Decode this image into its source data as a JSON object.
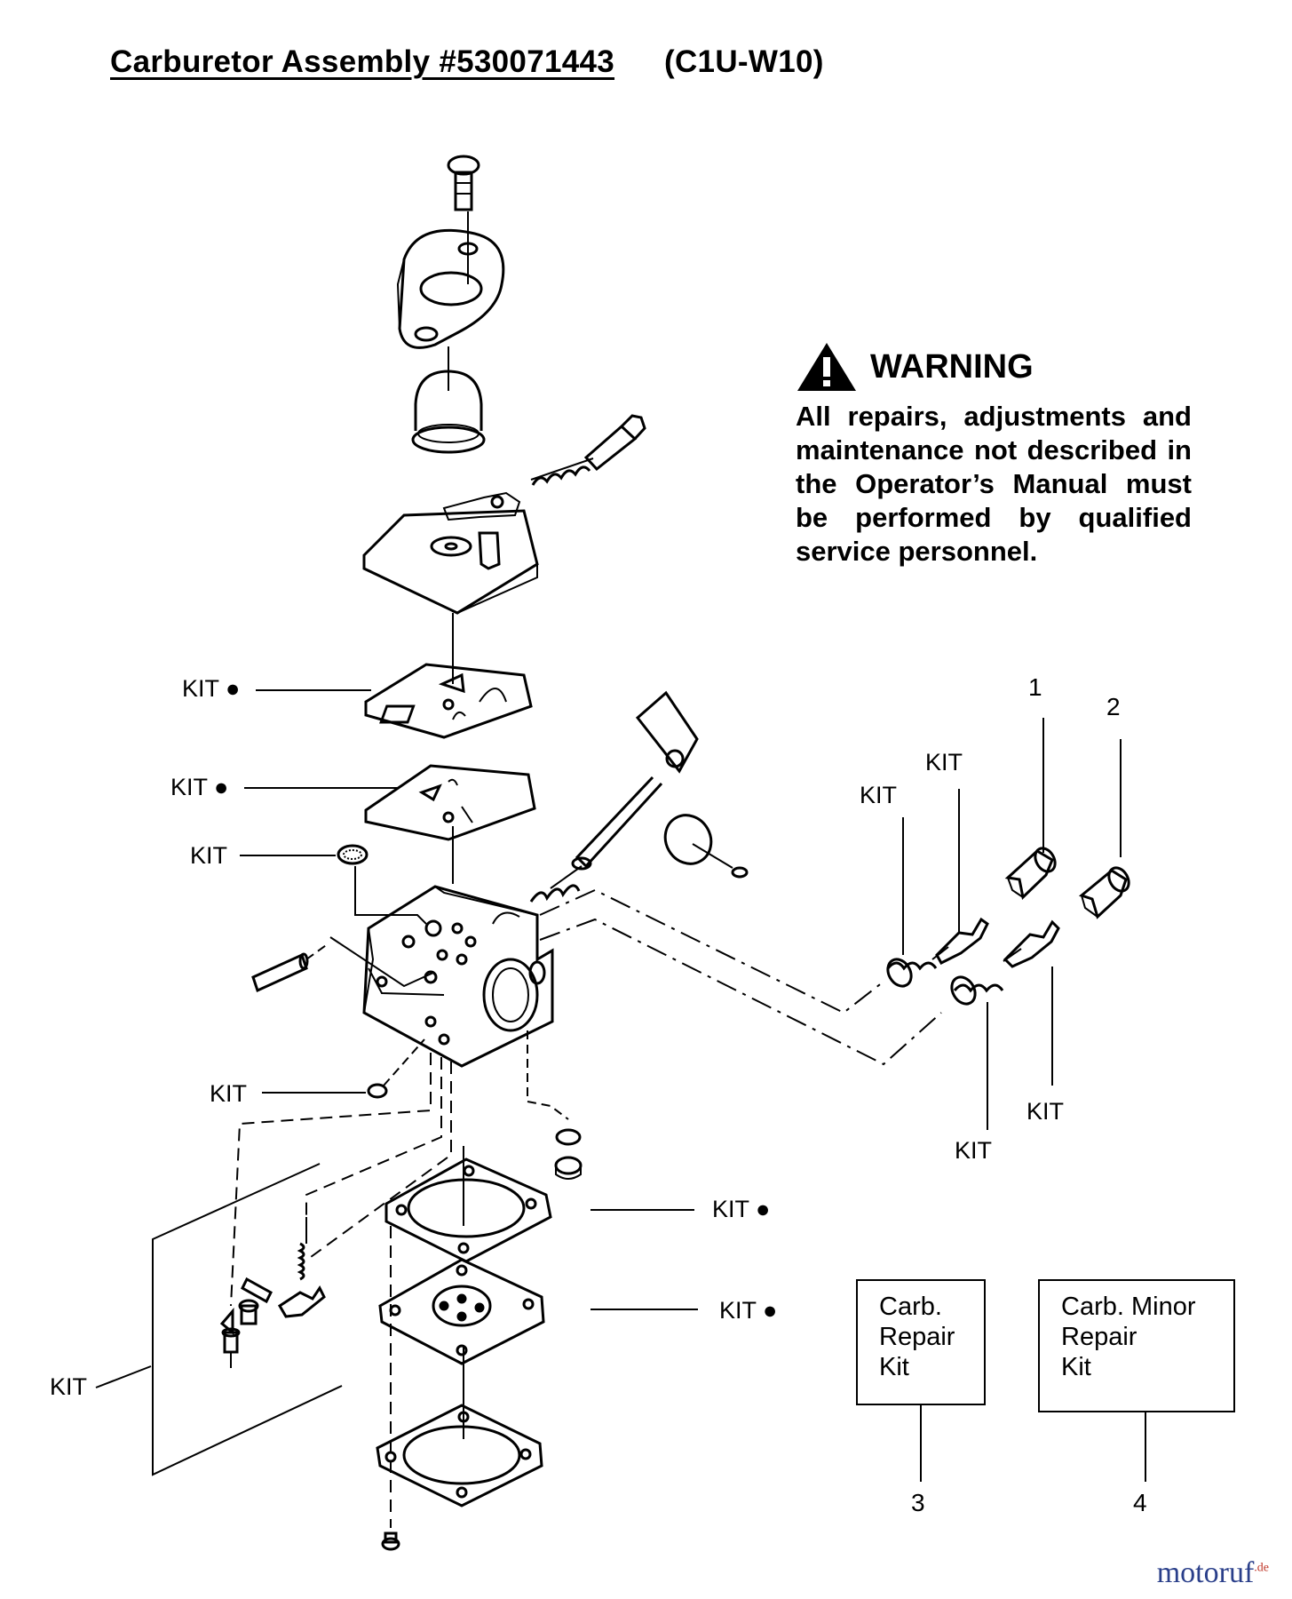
{
  "title": {
    "main": "Carburetor Assembly  #530071443",
    "model": "(C1U-W10)"
  },
  "warning": {
    "heading": "WARNING",
    "body": "All repairs, adjustments and maintenance not described in the Operator’s Manual must be performed by qualified service personnel."
  },
  "kit_labels": [
    {
      "text": "KIT ●"
    },
    {
      "text": "KIT ●"
    },
    {
      "text": "KIT"
    },
    {
      "text": "KIT"
    },
    {
      "text": "KIT"
    },
    {
      "text": "KIT"
    },
    {
      "text": "KIT"
    },
    {
      "text": "KIT"
    },
    {
      "text": "KIT ●"
    },
    {
      "text": "KIT ●"
    },
    {
      "text": "KIT"
    }
  ],
  "callouts": [
    "1",
    "2",
    "3",
    "4"
  ],
  "legend_boxes": [
    {
      "lines": [
        "Carb.",
        "Repair",
        "Kit"
      ]
    },
    {
      "lines": [
        "Carb.  Minor",
        "Repair",
        "Kit"
      ]
    }
  ],
  "watermark": {
    "text": "motoruf",
    "suffix": ".de"
  }
}
